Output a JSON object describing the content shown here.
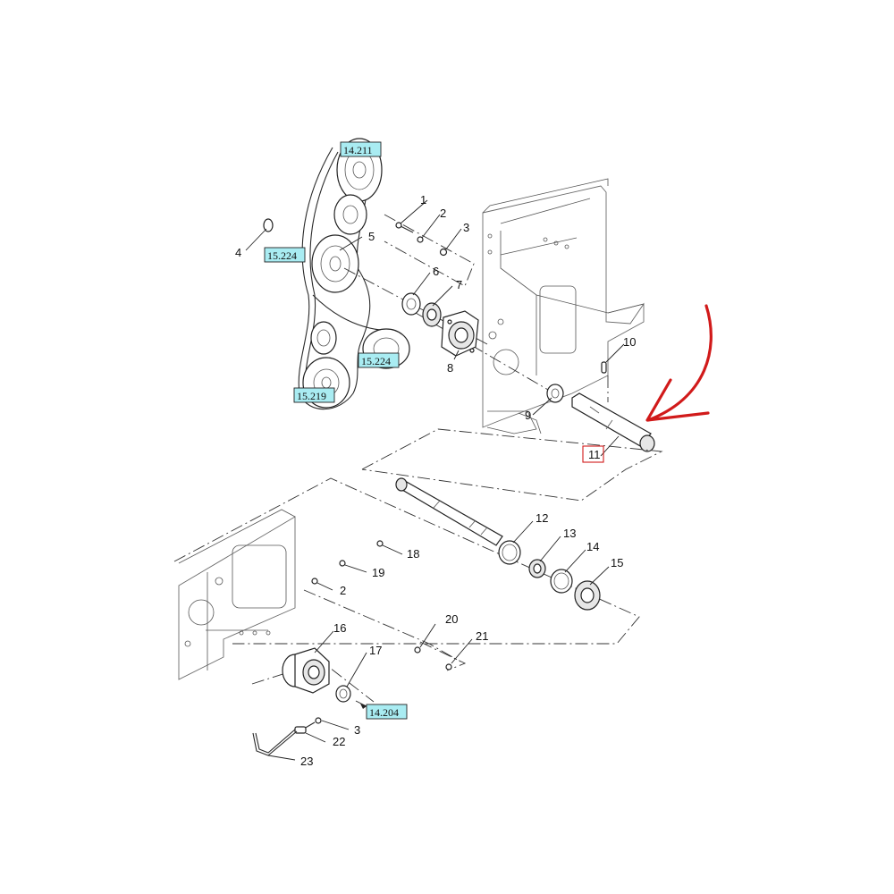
{
  "callouts": [
    {
      "label": "1"
    },
    {
      "label": "2"
    },
    {
      "label": "3"
    },
    {
      "label": "4"
    },
    {
      "label": "5"
    },
    {
      "label": "6"
    },
    {
      "label": "7"
    },
    {
      "label": "8"
    },
    {
      "label": "9"
    },
    {
      "label": "10"
    },
    {
      "label": "11"
    },
    {
      "label": "12"
    },
    {
      "label": "13"
    },
    {
      "label": "14"
    },
    {
      "label": "15"
    },
    {
      "label": "16"
    },
    {
      "label": "17"
    },
    {
      "label": "18"
    },
    {
      "label": "19"
    },
    {
      "label": "2"
    },
    {
      "label": "20"
    },
    {
      "label": "21"
    },
    {
      "label": "22"
    },
    {
      "label": "3"
    },
    {
      "label": "23"
    }
  ],
  "references": [
    {
      "label": "14.211"
    },
    {
      "label": "15.224"
    },
    {
      "label": "15.224"
    },
    {
      "label": "15.219"
    },
    {
      "label": "14.204"
    }
  ],
  "highlight": {
    "part_label": "11",
    "marker_color": "#d11a1a",
    "reference_color": "#a9ecf2"
  }
}
